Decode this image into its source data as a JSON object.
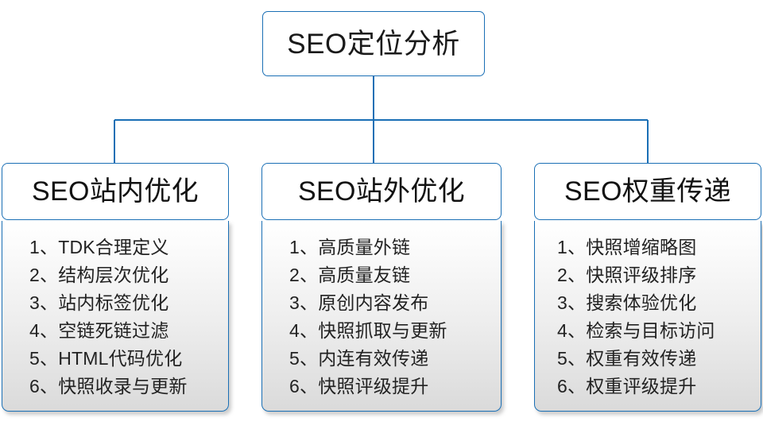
{
  "diagram": {
    "type": "org-chart",
    "colors": {
      "connector": "#1a6fb5",
      "box_border": "#1a6fb5",
      "header_fill": "#ffffff",
      "panel_gradient_top": "#ffffff",
      "panel_gradient_bottom": "#dadada",
      "text": "#1a1a1a",
      "background": "#ffffff"
    },
    "root": {
      "label": "SEO定位分析"
    },
    "branches": [
      {
        "title": "SEO站内优化",
        "items": [
          "1、TDK合理定义",
          "2、结构层次优化",
          "3、站内标签优化",
          "4、空链死链过滤",
          "5、HTML代码优化",
          "6、快照收录与更新"
        ]
      },
      {
        "title": "SEO站外优化",
        "items": [
          "1、高质量外链",
          "2、高质量友链",
          "3、原创内容发布",
          "4、快照抓取与更新",
          "5、内连有效传递",
          "6、快照评级提升"
        ]
      },
      {
        "title": "SEO权重传递",
        "items": [
          "1、快照增缩略图",
          "2、快照评级排序",
          "3、搜索体验优化",
          "4、检索与目标访问",
          "5、权重有效传递",
          "6、权重评级提升"
        ]
      }
    ]
  }
}
